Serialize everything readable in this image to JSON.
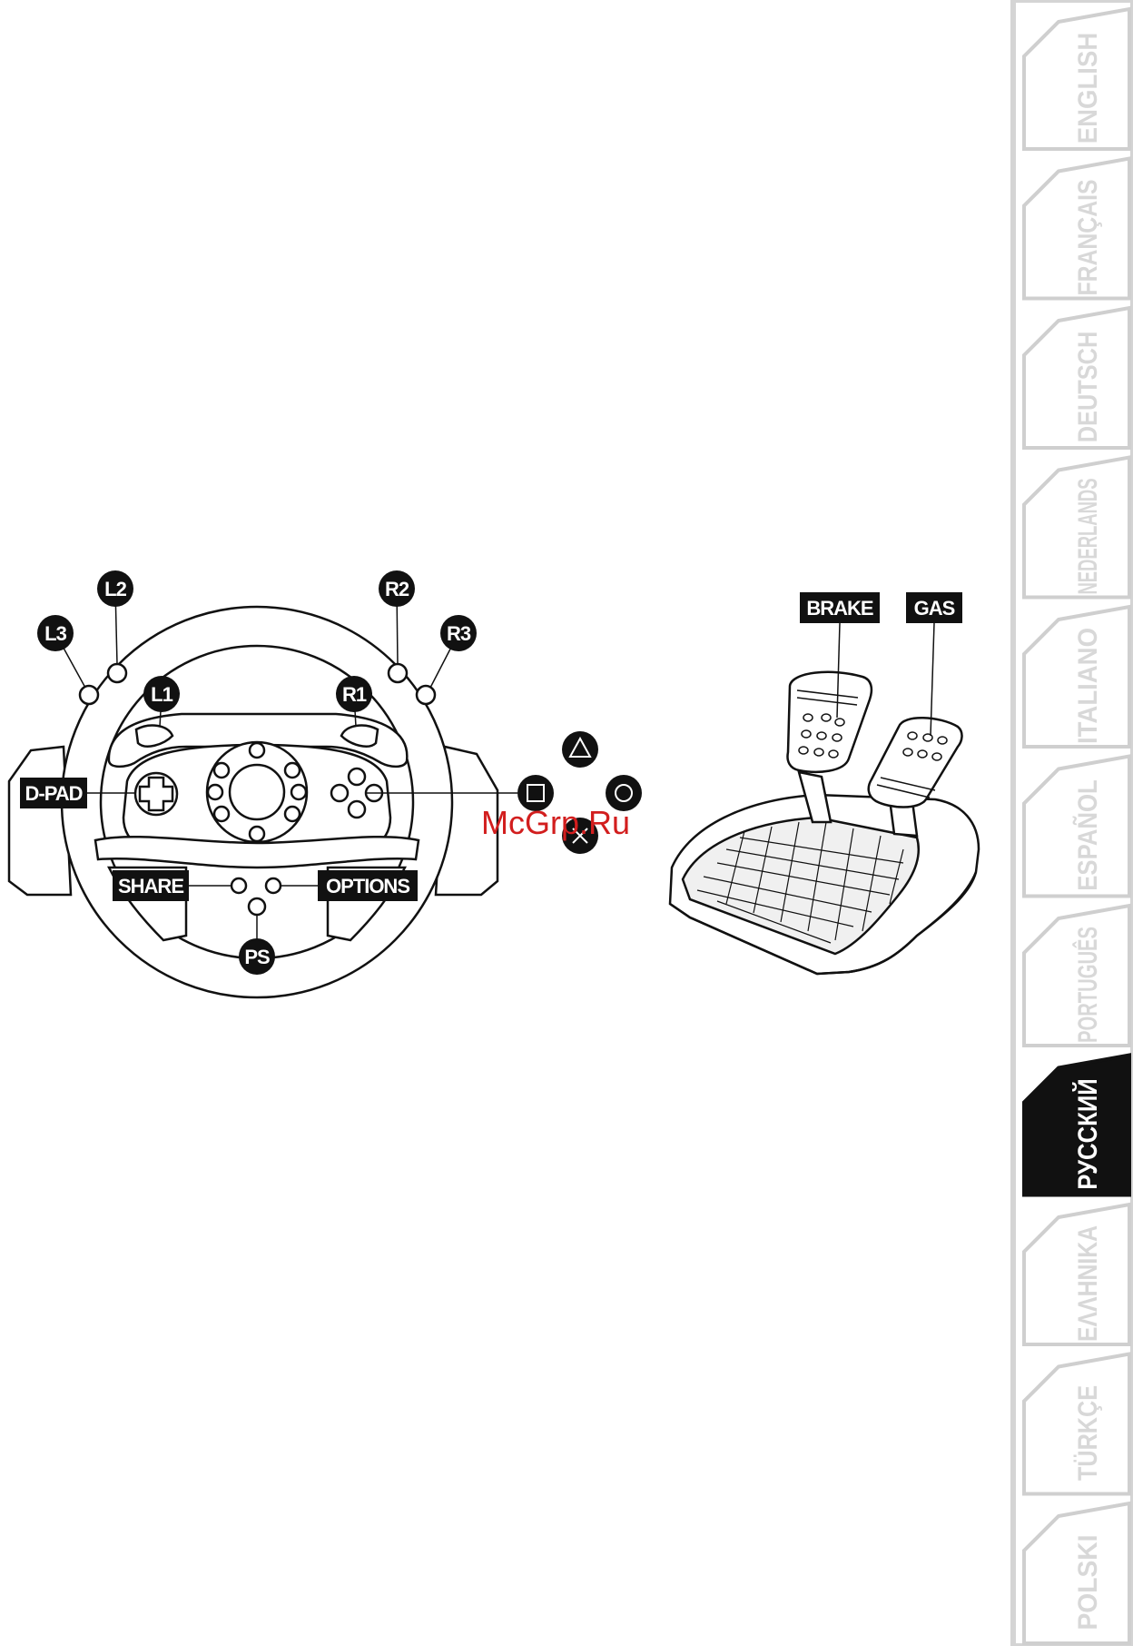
{
  "watermark": "McGrp.Ru",
  "wheel": {
    "labels": {
      "l2": "L2",
      "l3": "L3",
      "l1": "L1",
      "r2": "R2",
      "r3": "R3",
      "r1": "R1",
      "dpad": "D-PAD",
      "share": "SHARE",
      "options": "OPTIONS",
      "ps": "PS"
    },
    "face_buttons": [
      "triangle-icon",
      "square-icon",
      "circle-icon",
      "cross-icon"
    ]
  },
  "pedals": {
    "labels": {
      "brake": "BRAKE",
      "gas": "GAS"
    }
  },
  "language_tabs": [
    {
      "label": "ENGLISH",
      "active": false
    },
    {
      "label": "FRANÇAIS",
      "active": false
    },
    {
      "label": "DEUTSCH",
      "active": false
    },
    {
      "label": "NEDERLANDS",
      "active": false
    },
    {
      "label": "ITALIANO",
      "active": false
    },
    {
      "label": "ESPAÑOL",
      "active": false
    },
    {
      "label": "PORTUGUÊS",
      "active": false
    },
    {
      "label": "РУССКИЙ",
      "active": true
    },
    {
      "label": "ΕΛΛΗΝΙΚΑ",
      "active": false
    },
    {
      "label": "TÜRKÇE",
      "active": false
    },
    {
      "label": "POLSKI",
      "active": false
    }
  ],
  "colors": {
    "ink": "#111111",
    "tab_inactive_text": "#d8d8d8",
    "tab_active_bg": "#111111",
    "tab_active_text": "#ffffff",
    "watermark": "#d21e1e"
  }
}
